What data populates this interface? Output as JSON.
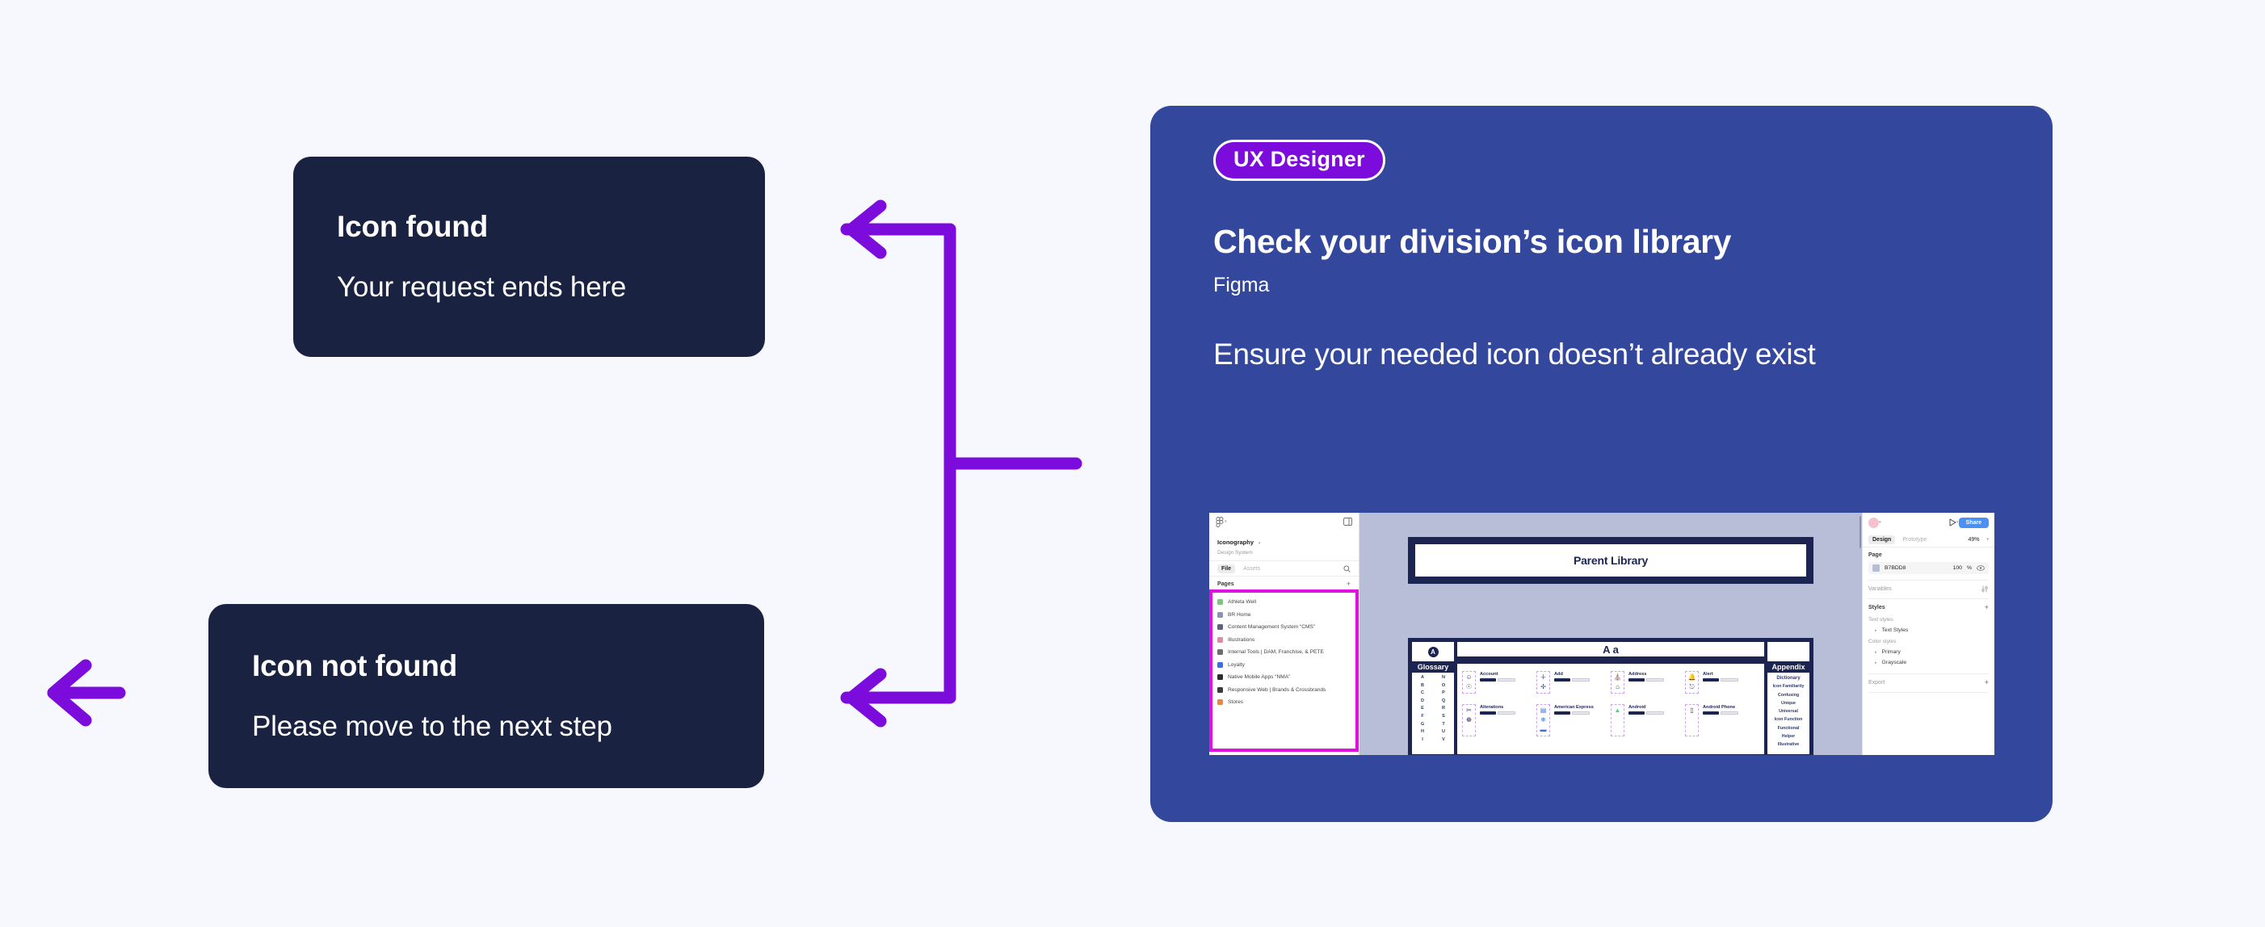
{
  "page": {
    "background_color": "#f7f8fd",
    "accent_purple": "#7b0cdb",
    "panel_blue": "#33479d",
    "card_navy": "#1a2242"
  },
  "outcomes": [
    {
      "id": "icon-found",
      "title": "Icon found",
      "subtitle": "Your request ends here"
    },
    {
      "id": "icon-not-found",
      "title": "Icon not found",
      "subtitle": "Please move to the next step"
    }
  ],
  "connector": {
    "name": "branching-arrow",
    "color": "#7b0cdb",
    "description": "vertical trunk branching left to two arrowheads",
    "exit_arrow_name": "exit-arrow-left"
  },
  "step_card": {
    "role_badge": "UX Designer",
    "title": "Check your division’s icon library",
    "tool": "Figma",
    "description": "Ensure your needed icon doesn’t already exist"
  },
  "figma": {
    "left_panel": {
      "file_name": "Iconography",
      "file_subtitle": "Design System",
      "tabs": [
        "File",
        "Assets"
      ],
      "active_tab": "File",
      "pages_label": "Pages",
      "current_page": "Parent Library",
      "highlight_color": "#e110e1",
      "layers": [
        {
          "label": "Athleta Well",
          "color": "#7bc67b"
        },
        {
          "label": "BR Home",
          "color": "#8a93b5"
        },
        {
          "label": "Content Management System  “CMS”",
          "color": "#5a6480"
        },
        {
          "label": "Illustrations",
          "color": "#e08aa8"
        },
        {
          "label": "Internal Tools | DAM, Franchise, & PETE",
          "color": "#6b6b70"
        },
        {
          "label": "Loyalty",
          "color": "#3b6fe0"
        },
        {
          "label": "Native Mobile Apps “NMA”",
          "color": "#2b2b33"
        },
        {
          "label": "Responsive Web | Brands & Crossbrands",
          "color": "#3a3a42"
        },
        {
          "label": "Stores",
          "color": "#e08a4a"
        }
      ]
    },
    "canvas": {
      "parent_frame_title": "Parent Library",
      "grid_header": "A a",
      "glossary": {
        "badge": "A",
        "title": "Glossary",
        "col_left": [
          "A",
          "B",
          "C",
          "D",
          "E",
          "F",
          "G",
          "H",
          "I"
        ],
        "col_right": [
          "N",
          "O",
          "P",
          "Q",
          "R",
          "S",
          "T",
          "U",
          "V"
        ]
      },
      "icons": [
        {
          "name": "Account",
          "glyphs": [
            "☺",
            "ⓘ"
          ]
        },
        {
          "name": "Add",
          "glyphs": [
            "＋",
            "✢"
          ]
        },
        {
          "name": "Address",
          "glyphs": [
            "⌂",
            "⌂"
          ]
        },
        {
          "name": "Alert",
          "glyphs": [
            "🔔",
            "△"
          ]
        },
        {
          "name": "Alterations",
          "glyphs": [
            "✂",
            "❁"
          ]
        },
        {
          "name": "American Express",
          "glyphs": [
            "▤",
            "❄",
            "▬"
          ]
        },
        {
          "name": "Android",
          "glyphs": [
            "▲"
          ]
        },
        {
          "name": "Android Phone",
          "glyphs": [
            "▯"
          ]
        }
      ],
      "appendix": {
        "title": "Appendix",
        "items": [
          "Dictionary",
          "Icon Familiarity",
          "Confusing",
          "Unique",
          "Universal",
          "Icon Function",
          "Functional",
          "Helper",
          "Illustrative"
        ]
      }
    },
    "right_panel": {
      "share_label": "Share",
      "tabs": [
        "Design",
        "Prototype"
      ],
      "active_tab": "Design",
      "zoom": "49%",
      "page_section": "Page",
      "page_color_hex": "B7BDD8",
      "page_color_opacity": "100",
      "page_color_unit": "%",
      "variables_section": "Variables",
      "styles_section": "Styles",
      "text_styles_label": "Text styles",
      "text_styles_item": "Text Styles",
      "color_styles_label": "Color styles",
      "color_styles_items": [
        "Primary",
        "Grayscale"
      ],
      "export_section": "Export"
    }
  }
}
